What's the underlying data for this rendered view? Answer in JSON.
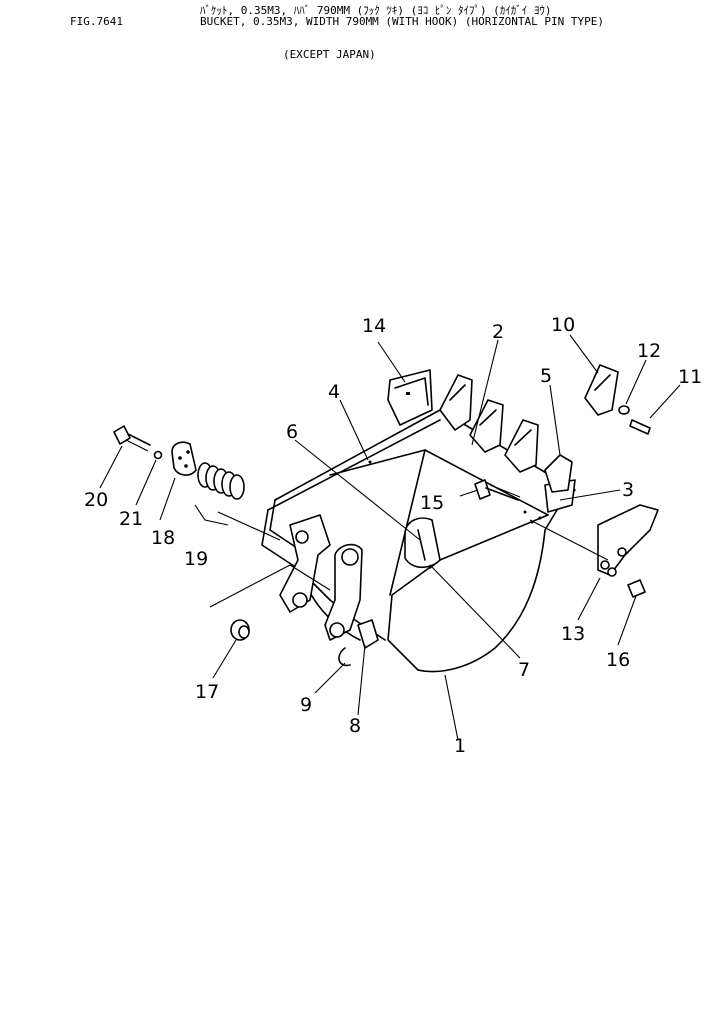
{
  "header": {
    "figure_id": "FIG.7641",
    "title_jp": "ﾊﾞｹｯﾄ, 0.35M3, ﾊﾊﾞ 790MM (ﾌｯｸ ﾂｷ) (ﾖｺ ﾋﾟﾝ ﾀｲﾌﾟ) (ｶｲｶﾞｲ ﾖｳ)",
    "title_en": "BUCKET, 0.35M3, WIDTH 790MM (WITH HOOK) (HORIZONTAL PIN TYPE)",
    "subtitle": "(EXCEPT JAPAN)"
  },
  "callouts": [
    "1",
    "2",
    "3",
    "4",
    "5",
    "6",
    "7",
    "8",
    "9",
    "10",
    "11",
    "12",
    "13",
    "14",
    "15",
    "16",
    "17",
    "18",
    "19",
    "20",
    "21"
  ]
}
